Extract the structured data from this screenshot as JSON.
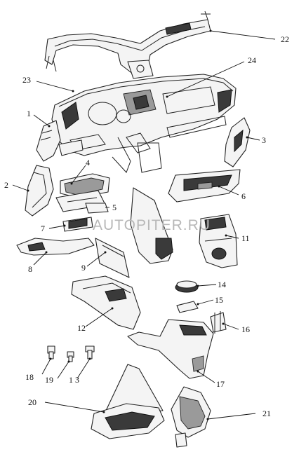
{
  "watermark": "AUTOPITER.RU",
  "callouts": [
    {
      "id": "22",
      "label": "22"
    },
    {
      "id": "24",
      "label": "24"
    },
    {
      "id": "23",
      "label": "23"
    },
    {
      "id": "1",
      "label": "1"
    },
    {
      "id": "3",
      "label": "3"
    },
    {
      "id": "2",
      "label": "2"
    },
    {
      "id": "4",
      "label": "4"
    },
    {
      "id": "6",
      "label": "6"
    },
    {
      "id": "5",
      "label": "5"
    },
    {
      "id": "7",
      "label": "7"
    },
    {
      "id": "11",
      "label": "11"
    },
    {
      "id": "8",
      "label": "8"
    },
    {
      "id": "9",
      "label": "9"
    },
    {
      "id": "14",
      "label": "14"
    },
    {
      "id": "15",
      "label": "15"
    },
    {
      "id": "12",
      "label": "12"
    },
    {
      "id": "16",
      "label": "16"
    },
    {
      "id": "17",
      "label": "17"
    },
    {
      "id": "18",
      "label": "18"
    },
    {
      "id": "19",
      "label": "19"
    },
    {
      "id": "13",
      "label": "1 3"
    },
    {
      "id": "20",
      "label": "20"
    },
    {
      "id": "21",
      "label": "21"
    }
  ]
}
